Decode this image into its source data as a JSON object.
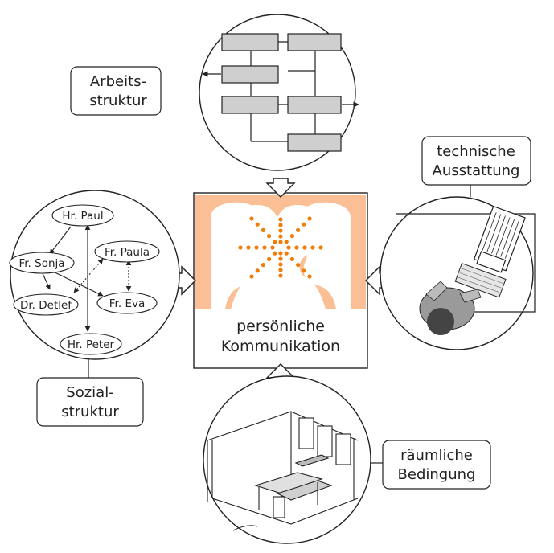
{
  "center": {
    "line1": "persönliche",
    "line2": "Kommunikation",
    "fill_color": "#fbbf96",
    "dot_color": "#ef7d0a"
  },
  "arbeitsstruktur": {
    "line1": "Arbeits-",
    "line2": "struktur"
  },
  "technik": {
    "line1": "technische",
    "line2": "Ausstattung"
  },
  "sozialstruktur": {
    "line1": "Sozial-",
    "line2": "struktur",
    "people": [
      "Hr. Paul",
      "Fr. Sonja",
      "Fr. Paula",
      "Dr. Detlef",
      "Fr. Eva",
      "Hr. Peter"
    ]
  },
  "raum": {
    "line1": "räumliche",
    "line2": "Bedingung"
  },
  "colors": {
    "box_fill": "#cfcfcf",
    "line": "#222222"
  }
}
